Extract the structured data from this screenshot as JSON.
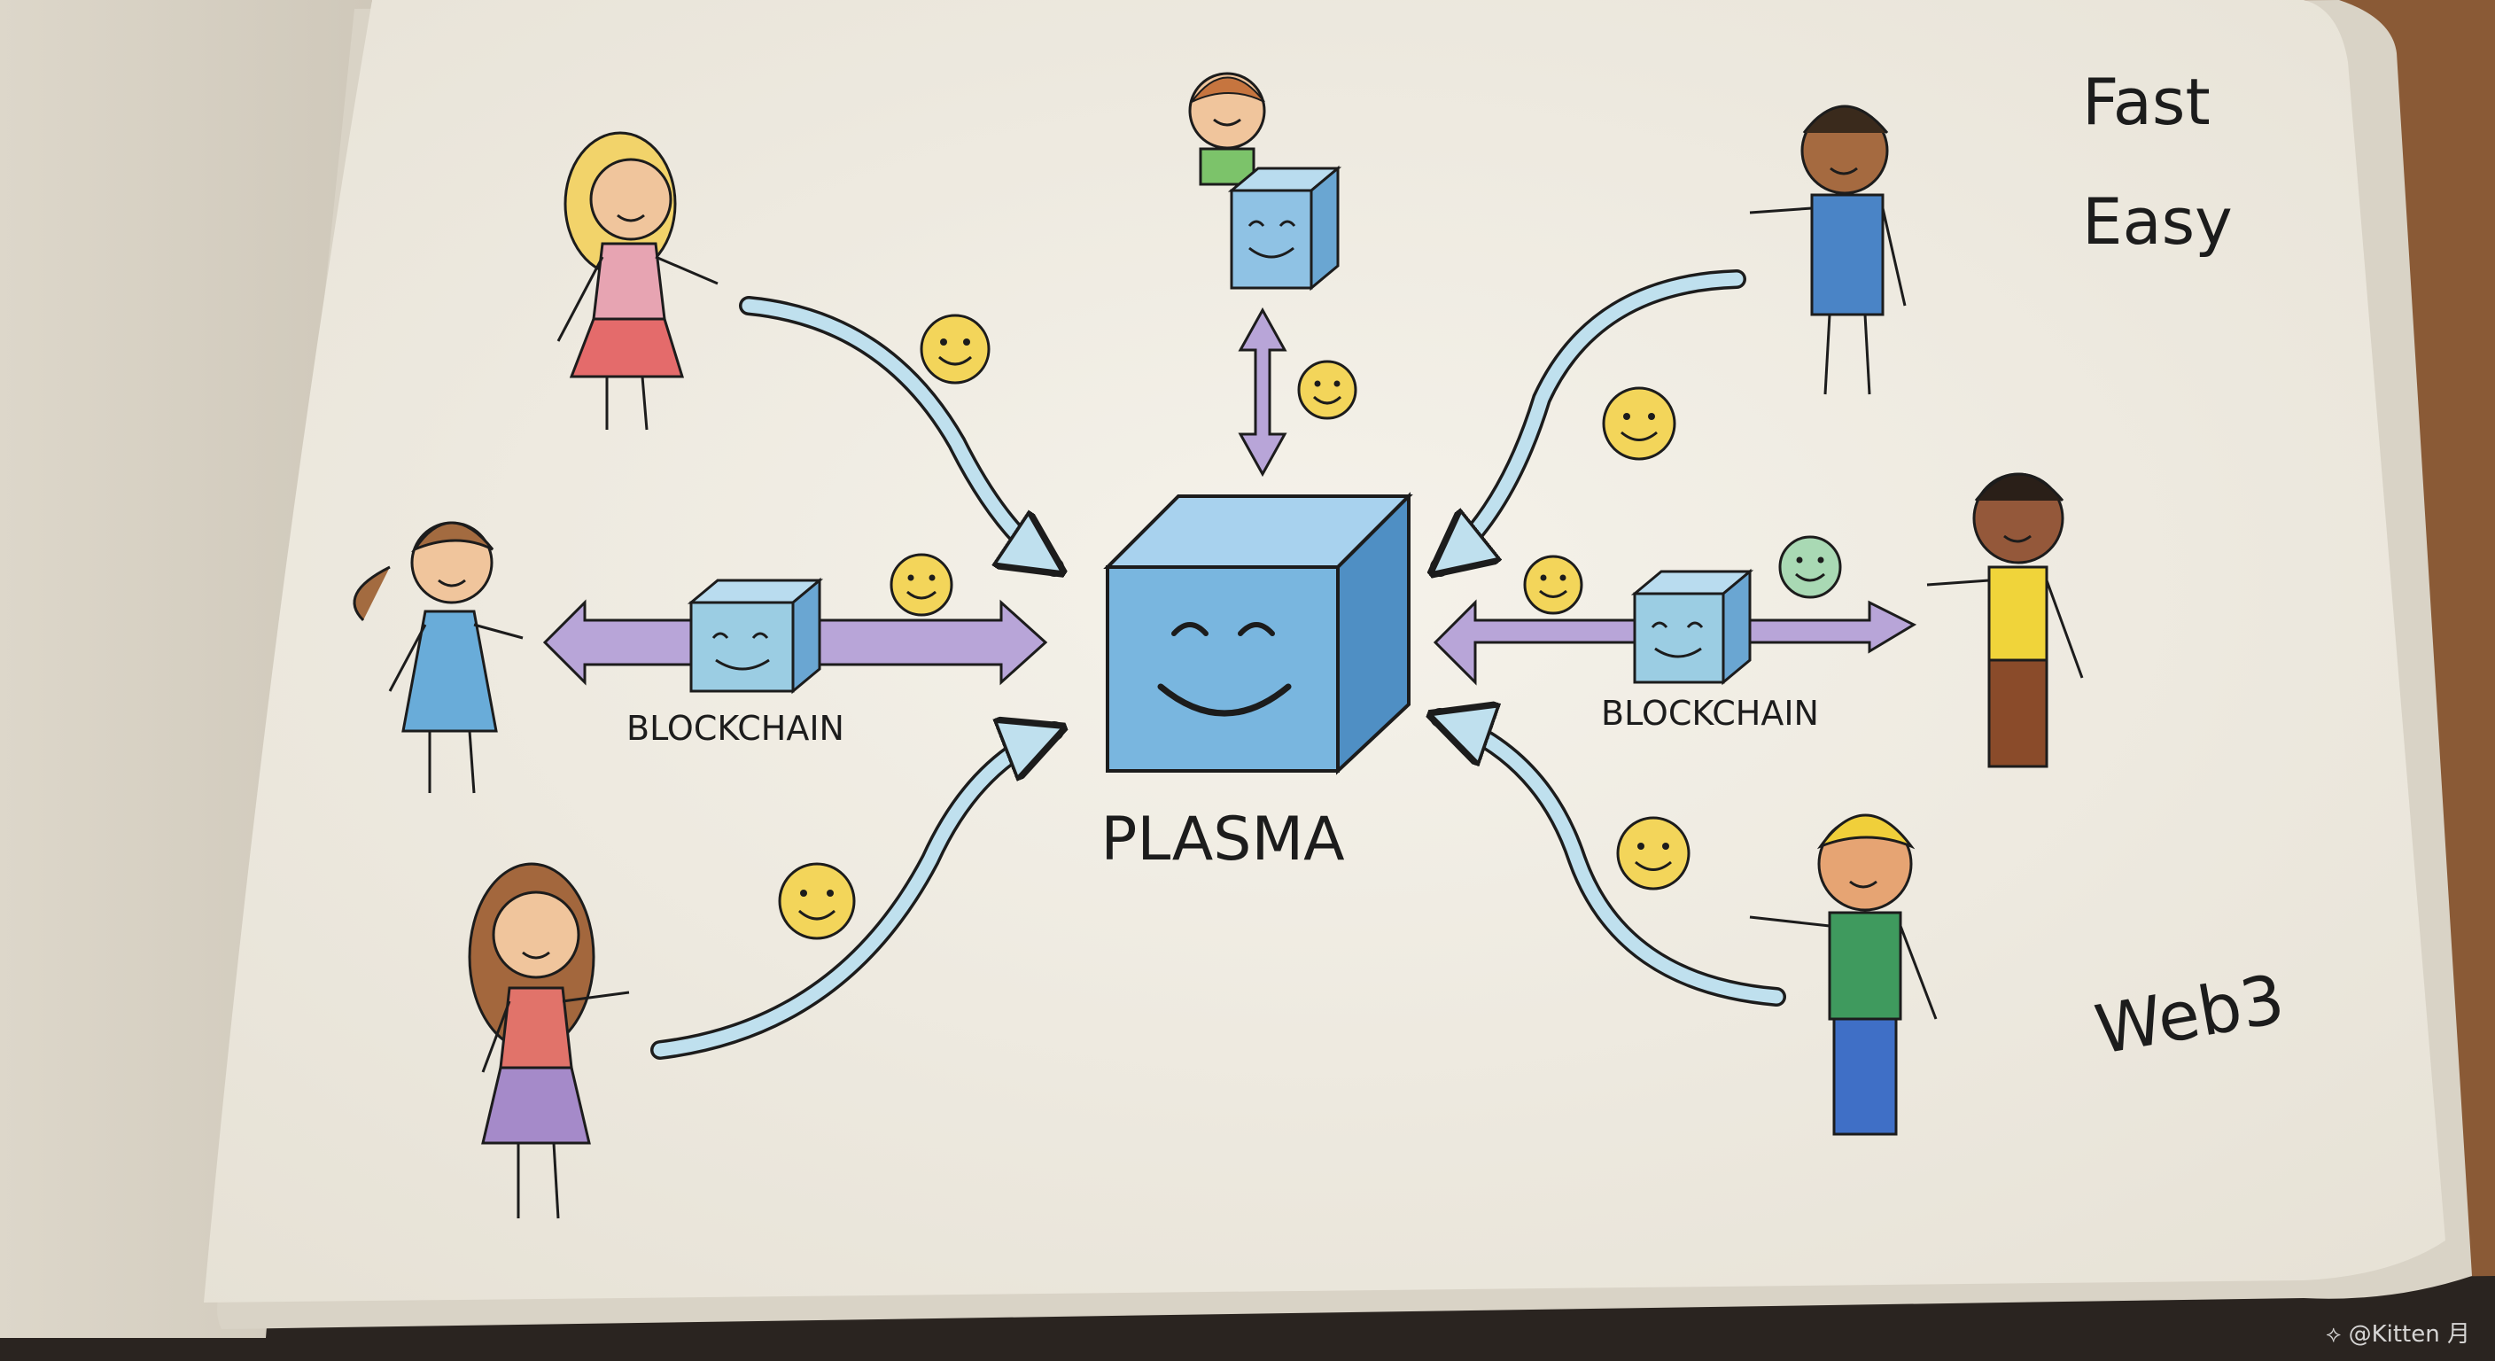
{
  "center": {
    "label": "PLASMA"
  },
  "blockchain_left": {
    "label": "BLOCKCHAIN"
  },
  "blockchain_right": {
    "label": "BLOCKCHAIN"
  },
  "notes": {
    "fast": "Fast",
    "easy": "Easy",
    "web3": "Web3"
  },
  "watermark": "⟡ @Kitten 月",
  "colors": {
    "cube_blue": "#79b6df",
    "arrow_blue": "#bfe0ee",
    "arrow_purple": "#b8a5d8",
    "smiley_yellow": "#f3d55a",
    "smiley_green": "#a9d9b4",
    "paper": "#f1eee6"
  },
  "icons": [
    "happy-cube-icon",
    "smiley-icon",
    "stick-figure-icon",
    "double-arrow-icon",
    "curved-arrow-icon"
  ]
}
